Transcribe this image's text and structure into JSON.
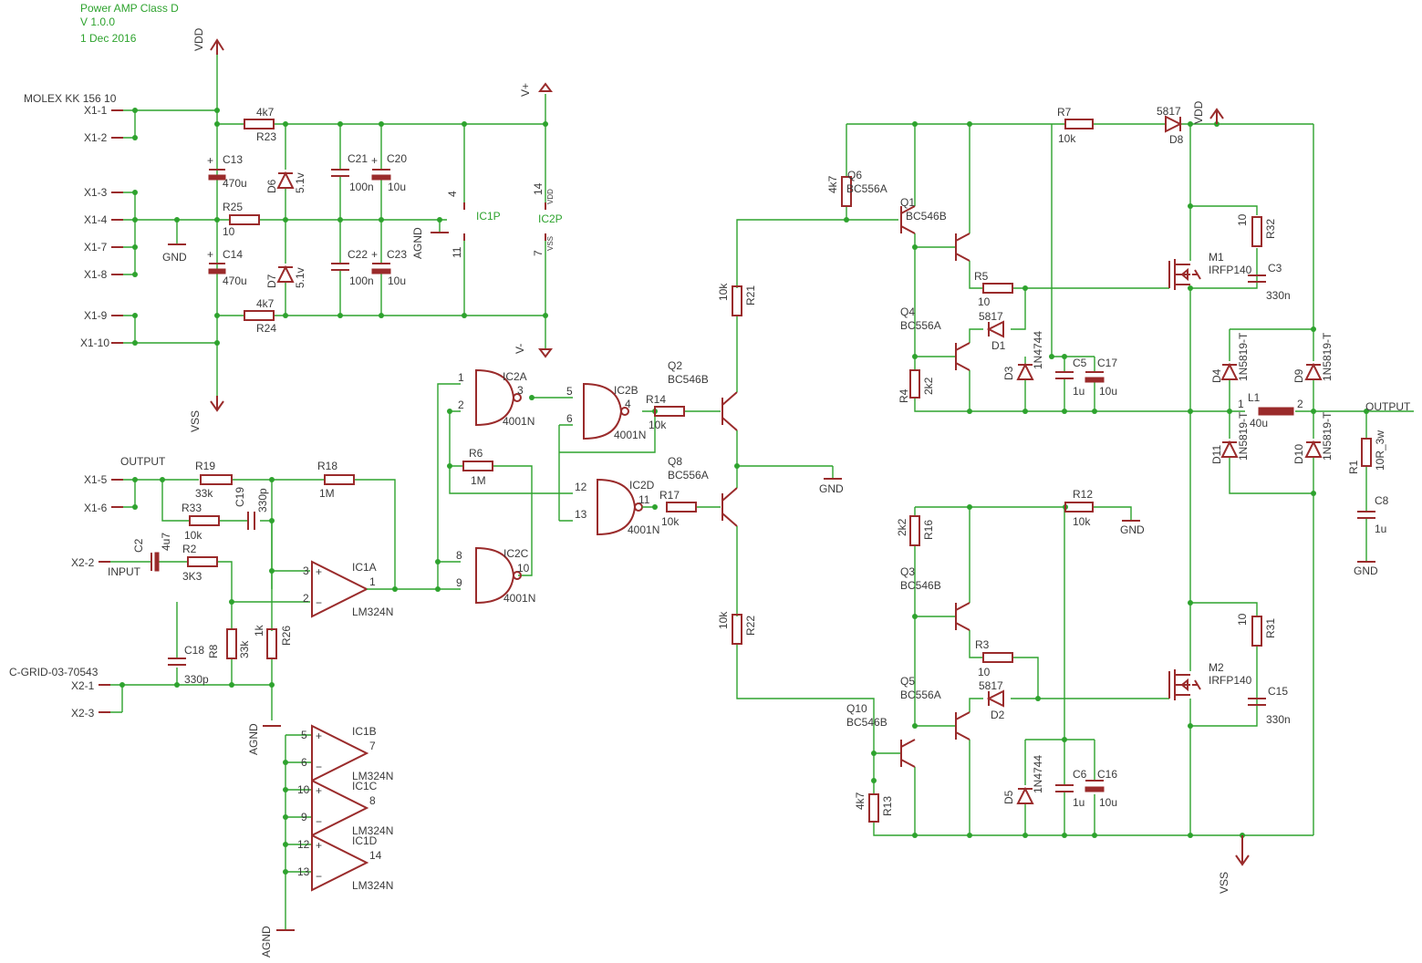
{
  "header": {
    "title": "Power AMP Class D",
    "version": "V 1.0.0",
    "date": "1 Dec 2016"
  },
  "colors": {
    "wire": "#2ea32e",
    "symbol": "#9a2b2b",
    "text": "#3a3a3a",
    "header": "#2ea32e"
  },
  "power": {
    "vdd": "VDD",
    "vss": "VSS",
    "vplus": "V+",
    "vminus": "V-",
    "gnd": "GND",
    "agnd": "AGND"
  },
  "connectors": {
    "x1": "MOLEX KK 156 10",
    "x1_pins": [
      "X1-1",
      "X1-2",
      "X1-3",
      "X1-4",
      "X1-7",
      "X1-8",
      "X1-9",
      "X1-10"
    ],
    "x1b": [
      "X1-5",
      "X1-6"
    ],
    "x2": [
      "X2-2",
      "X2-1",
      "X2-3"
    ],
    "x2_name": "C-GRID-03-70543",
    "input_label": "INPUT",
    "output_label": "OUTPUT"
  },
  "supply": {
    "c13": "C13",
    "c13v": "470u",
    "c14": "C14",
    "c14v": "470u",
    "r23": "R23",
    "r23v": "4k7",
    "r24": "R24",
    "r24v": "4k7",
    "r25": "R25",
    "r25v": "10",
    "d6": "D6",
    "d6v": "5.1v",
    "d7": "D7",
    "d7v": "5.1v",
    "c21": "C21",
    "c21v": "100n",
    "c20": "C20",
    "c20v": "10u",
    "c22": "C22",
    "c22v": "100n",
    "c23": "C23",
    "c23v": "10u",
    "ic1p": "IC1P",
    "ic2p": "IC2P",
    "pin4": "4",
    "pin11": "11",
    "pin14": "14",
    "pin7": "7",
    "vddpin": "VDD",
    "vsspin": "VSS"
  },
  "input_stage": {
    "r19": "R19",
    "r19v": "33k",
    "r18": "R18",
    "r18v": "1M",
    "r33": "R33",
    "r33v": "10k",
    "c19": "C19",
    "c19v": "330p",
    "c2": "C2",
    "c2v": "4u7",
    "r2": "R2",
    "r2v": "3K3",
    "c18": "C18",
    "c18v": "330p",
    "r8": "R8",
    "r8v": "33k",
    "r26": "R26",
    "r26v": "1k",
    "ic1a": "IC1A",
    "ic1av": "LM324N",
    "ic1b": "IC1B",
    "ic1bv": "LM324N",
    "ic1c": "IC1C",
    "ic1cv": "LM324N",
    "ic1d": "IC1D",
    "ic1dv": "LM324N"
  },
  "logic": {
    "ic2a": "IC2A",
    "ic2b": "IC2B",
    "ic2c": "IC2C",
    "ic2d": "IC2D",
    "val": "4001N",
    "r6": "R6",
    "r6v": "1M",
    "r14": "R14",
    "r14v": "10k",
    "r17": "R17",
    "r17v": "10k"
  },
  "driver": {
    "q2": "Q2",
    "q2v": "BC546B",
    "q8": "Q8",
    "q8v": "BC556A",
    "r21": "R21",
    "r21v": "10k",
    "r22": "R22",
    "r22v": "10k"
  },
  "high_side": {
    "q6": "Q6",
    "q6v": "BC556A",
    "r9v": "4k7",
    "q1": "Q1",
    "q1v": "BC546B",
    "q4": "Q4",
    "q4v": "BC556A",
    "r7": "R7",
    "r7v": "10k",
    "d8": "D8",
    "d8v": "5817",
    "r5": "R5",
    "r5v": "10",
    "d1": "D1",
    "d1v": "5817",
    "r4": "R4",
    "r4v": "2k2",
    "d3": "D3",
    "d3v": "1N4744",
    "c5": "C5",
    "c5v": "1u",
    "c17": "C17",
    "c17v": "10u",
    "r32": "R32",
    "r32v": "10",
    "m1": "M1",
    "m1v": "IRFP140",
    "c3": "C3",
    "c3v": "330n"
  },
  "low_side": {
    "r16": "R16",
    "r16v": "2k2",
    "q3": "Q3",
    "q3v": "BC546B",
    "q5": "Q5",
    "q5v": "BC556A",
    "r12": "R12",
    "r12v": "10k",
    "r3": "R3",
    "r3v": "10",
    "d2": "D2",
    "d2v": "5817",
    "q10": "Q10",
    "q10v": "BC546B",
    "r13": "R13",
    "r13v": "4k7",
    "d5": "D5",
    "d5v": "1N4744",
    "c6": "C6",
    "c6v": "1u",
    "c16": "C16",
    "c16v": "10u",
    "r31": "R31",
    "r31v": "10",
    "m2": "M2",
    "m2v": "IRFP140",
    "c15": "C15",
    "c15v": "330n"
  },
  "output_stage": {
    "d4": "D4",
    "d9": "D9",
    "d10": "D10",
    "d11": "D11",
    "dv": "1N5819-T",
    "l1": "L1",
    "l1v": "40u",
    "r1": "R1",
    "r1v": "10R_3w",
    "c8": "C8",
    "c8v": "1u",
    "pin1": "1",
    "pin2": "2"
  }
}
